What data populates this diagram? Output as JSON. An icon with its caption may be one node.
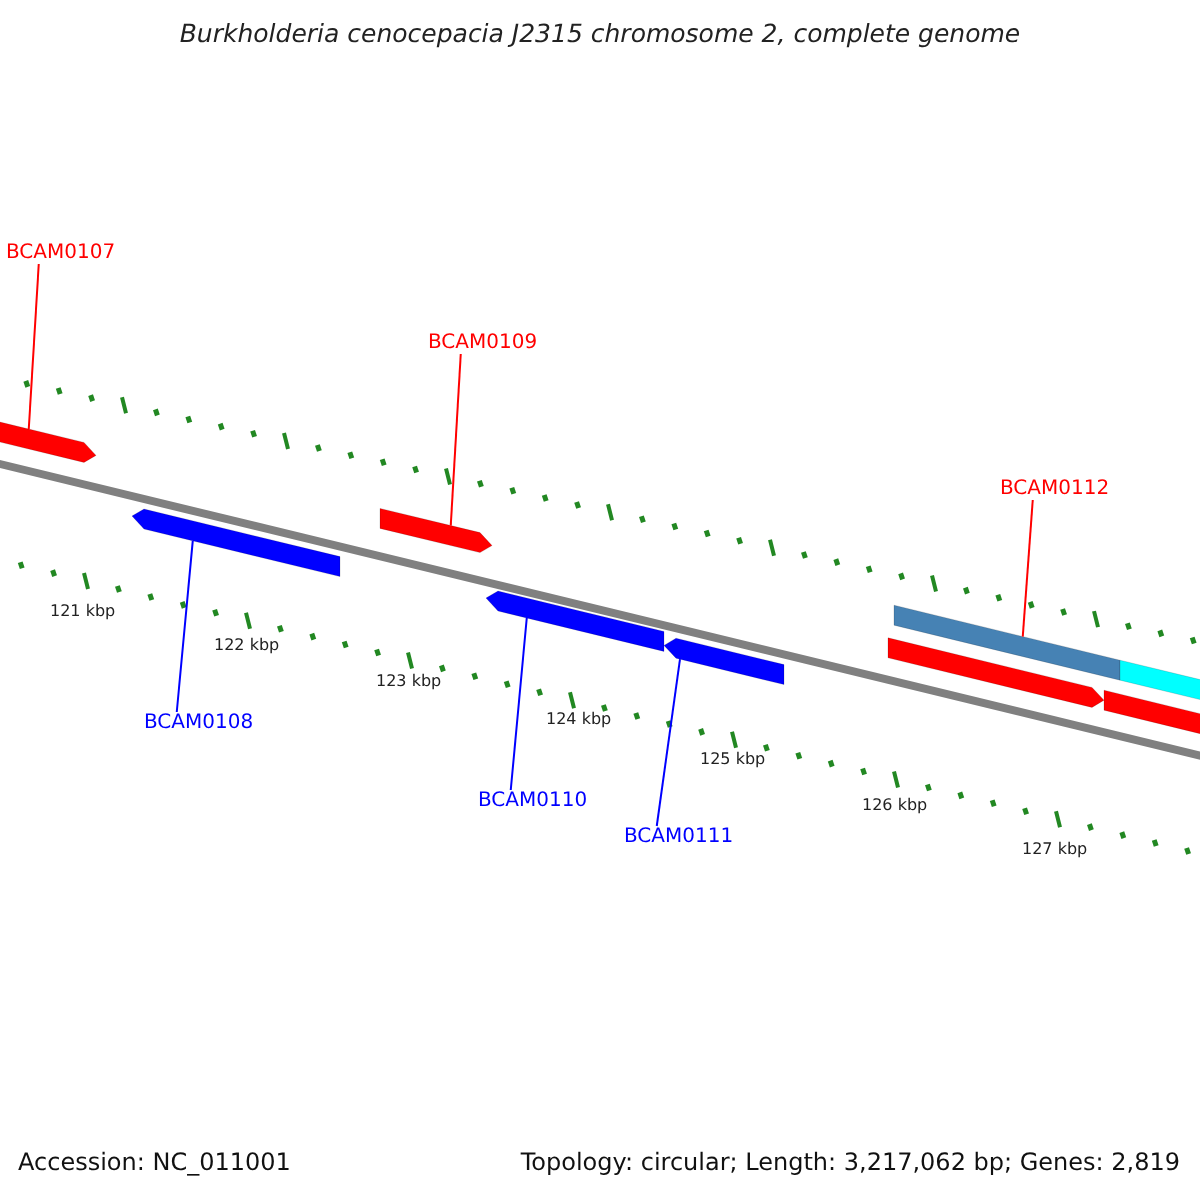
{
  "diagram": {
    "title": "Burkholderia cenocepacia J2315 chromosome 2, complete genome",
    "nodes": [
      {
        "text": [
          "BCAM0107"
        ]
      },
      {
        "text": [],
        "shape": "bar"
      },
      {
        "text": [
          "BCAM0109"
        ]
      },
      {
        "text": [],
        "shape": "bar"
      },
      {
        "text": [
          "BCAM0112"
        ]
      },
      {
        "text": [],
        "shape": "bar"
      },
      {
        "text": [],
        "shape": "bar"
      },
      {
        "text": [],
        "shape": "bar"
      },
      {
        "text": [],
        "shape": "bar"
      },
      {
        "text": [],
        "shape": "bar"
      },
      {
        "text": [],
        "shape": "bar"
      },
      {
        "text": [],
        "shape": "bar"
      },
      {
        "text": [
          "BCAM0108"
        ]
      },
      {
        "text": [
          "BCAM0110"
        ]
      },
      {
        "text": [
          "BCAM0111"
        ]
      }
    ],
    "edges": [
      {
        "from": 0,
        "to": 1,
        "arrow": "none",
        "color": "#ff0000"
      },
      {
        "from": 2,
        "to": 3,
        "arrow": "none",
        "color": "#ff0000"
      },
      {
        "from": 4,
        "to": 5,
        "arrow": "none",
        "color": "#ff0000"
      },
      {
        "from": 12,
        "to": 7,
        "arrow": "none",
        "color": "#0000ff"
      },
      {
        "from": 13,
        "to": 10,
        "arrow": "none",
        "color": "#0000ff"
      },
      {
        "from": 14,
        "to": 11,
        "arrow": "none",
        "color": "#0000ff"
      }
    ],
    "labels": [
      "121 kbp",
      "122 kbp",
      "123 kbp",
      "124 kbp",
      "125 kbp",
      "126 kbp",
      "127 kbp",
      "Accession: NC_011001",
      "Topology: circular; Length: 3,217,062 bp; Genes: 2,819"
    ]
  }
}
